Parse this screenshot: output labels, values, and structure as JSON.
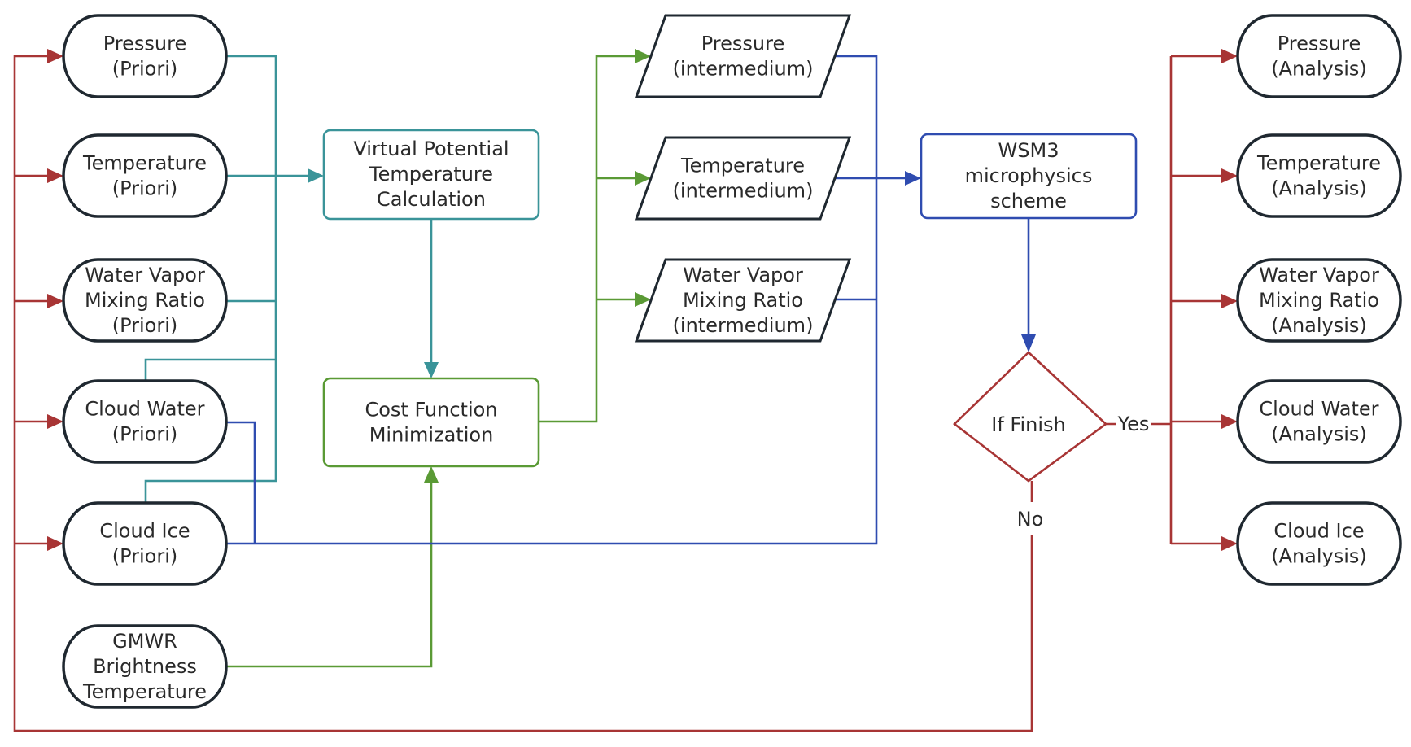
{
  "diagram": {
    "inputs": [
      {
        "id": "pressure-priori",
        "lines": [
          "Pressure",
          "(Priori)"
        ]
      },
      {
        "id": "temperature-priori",
        "lines": [
          "Temperature",
          "(Priori)"
        ]
      },
      {
        "id": "water-vapor-priori",
        "lines": [
          "Water Vapor",
          "Mixing Ratio",
          "(Priori)"
        ]
      },
      {
        "id": "cloud-water-priori",
        "lines": [
          "Cloud Water",
          "(Priori)"
        ]
      },
      {
        "id": "cloud-ice-priori",
        "lines": [
          "Cloud Ice",
          "(Priori)"
        ]
      },
      {
        "id": "gmwr-brightness",
        "lines": [
          "GMWR",
          "Brightness",
          "Temperature"
        ]
      }
    ],
    "vpt": {
      "lines": [
        "Virtual Potential",
        "Temperature",
        "Calculation"
      ]
    },
    "cost": {
      "lines": [
        "Cost Function",
        "Minimization"
      ]
    },
    "intermediates": [
      {
        "id": "pressure-intermediate",
        "lines": [
          "Pressure",
          "(intermedium)"
        ]
      },
      {
        "id": "temperature-intermediate",
        "lines": [
          "Temperature",
          "(intermedium)"
        ]
      },
      {
        "id": "water-vapor-intermediate",
        "lines": [
          "Water Vapor",
          "Mixing Ratio",
          "(intermedium)"
        ]
      }
    ],
    "wsm3": {
      "lines": [
        "WSM3",
        "microphysics",
        "scheme"
      ]
    },
    "decision": {
      "label": "If Finish",
      "yes": "Yes",
      "no": "No"
    },
    "outputs": [
      {
        "id": "pressure-analysis",
        "lines": [
          "Pressure",
          "(Analysis)"
        ]
      },
      {
        "id": "temperature-analysis",
        "lines": [
          "Temperature",
          "(Analysis)"
        ]
      },
      {
        "id": "water-vapor-analysis",
        "lines": [
          "Water Vapor",
          "Mixing Ratio",
          "(Analysis)"
        ]
      },
      {
        "id": "cloud-water-analysis",
        "lines": [
          "Cloud Water",
          "(Analysis)"
        ]
      },
      {
        "id": "cloud-ice-analysis",
        "lines": [
          "Cloud Ice",
          "(Analysis)"
        ]
      }
    ],
    "colors": {
      "teal": "#3a9499",
      "green": "#5a9a35",
      "blue": "#2f4cb0",
      "red": "#a83535",
      "outline": "#1f2830"
    }
  }
}
